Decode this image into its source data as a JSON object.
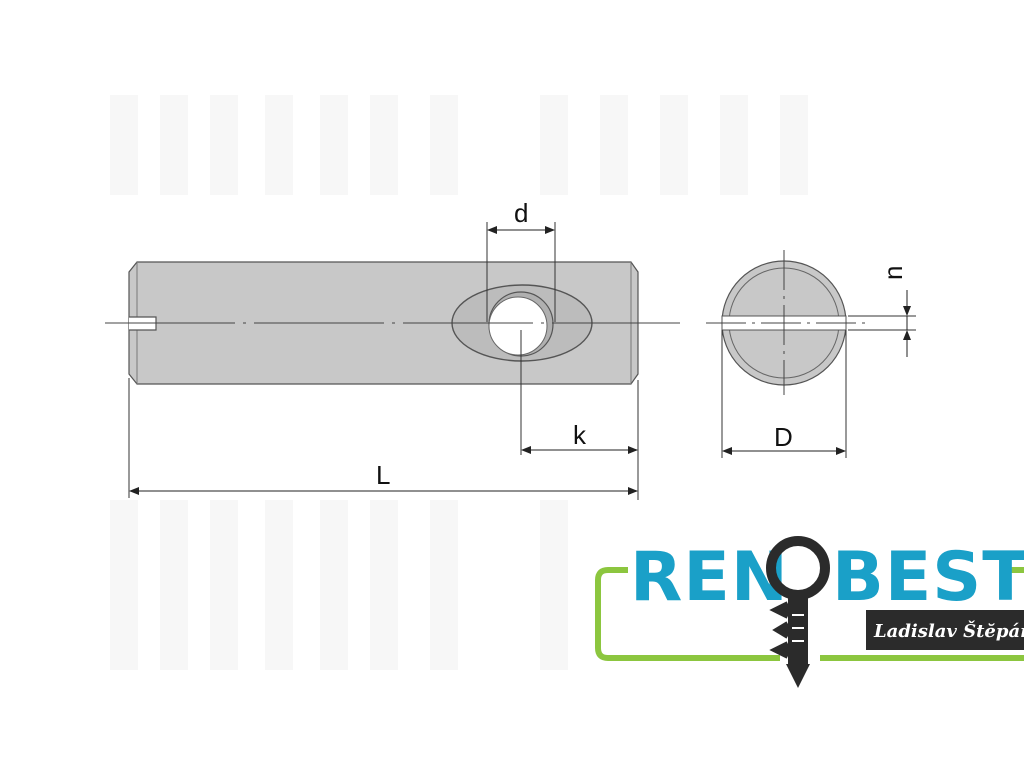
{
  "drawing": {
    "dimension_labels": {
      "d": "d",
      "n": "n",
      "k": "k",
      "D": "D",
      "L": "L"
    }
  },
  "logo": {
    "brand_left": "REN",
    "brand_right": "BEST",
    "tagline": "Ladislav Štĕpán",
    "colors": {
      "brand_blue": "#1aa0c8",
      "frame_green": "#8cc63f",
      "tag_background": "#2b2b2b",
      "key_dark": "#2b2b2b"
    },
    "icon": "key-icon"
  }
}
